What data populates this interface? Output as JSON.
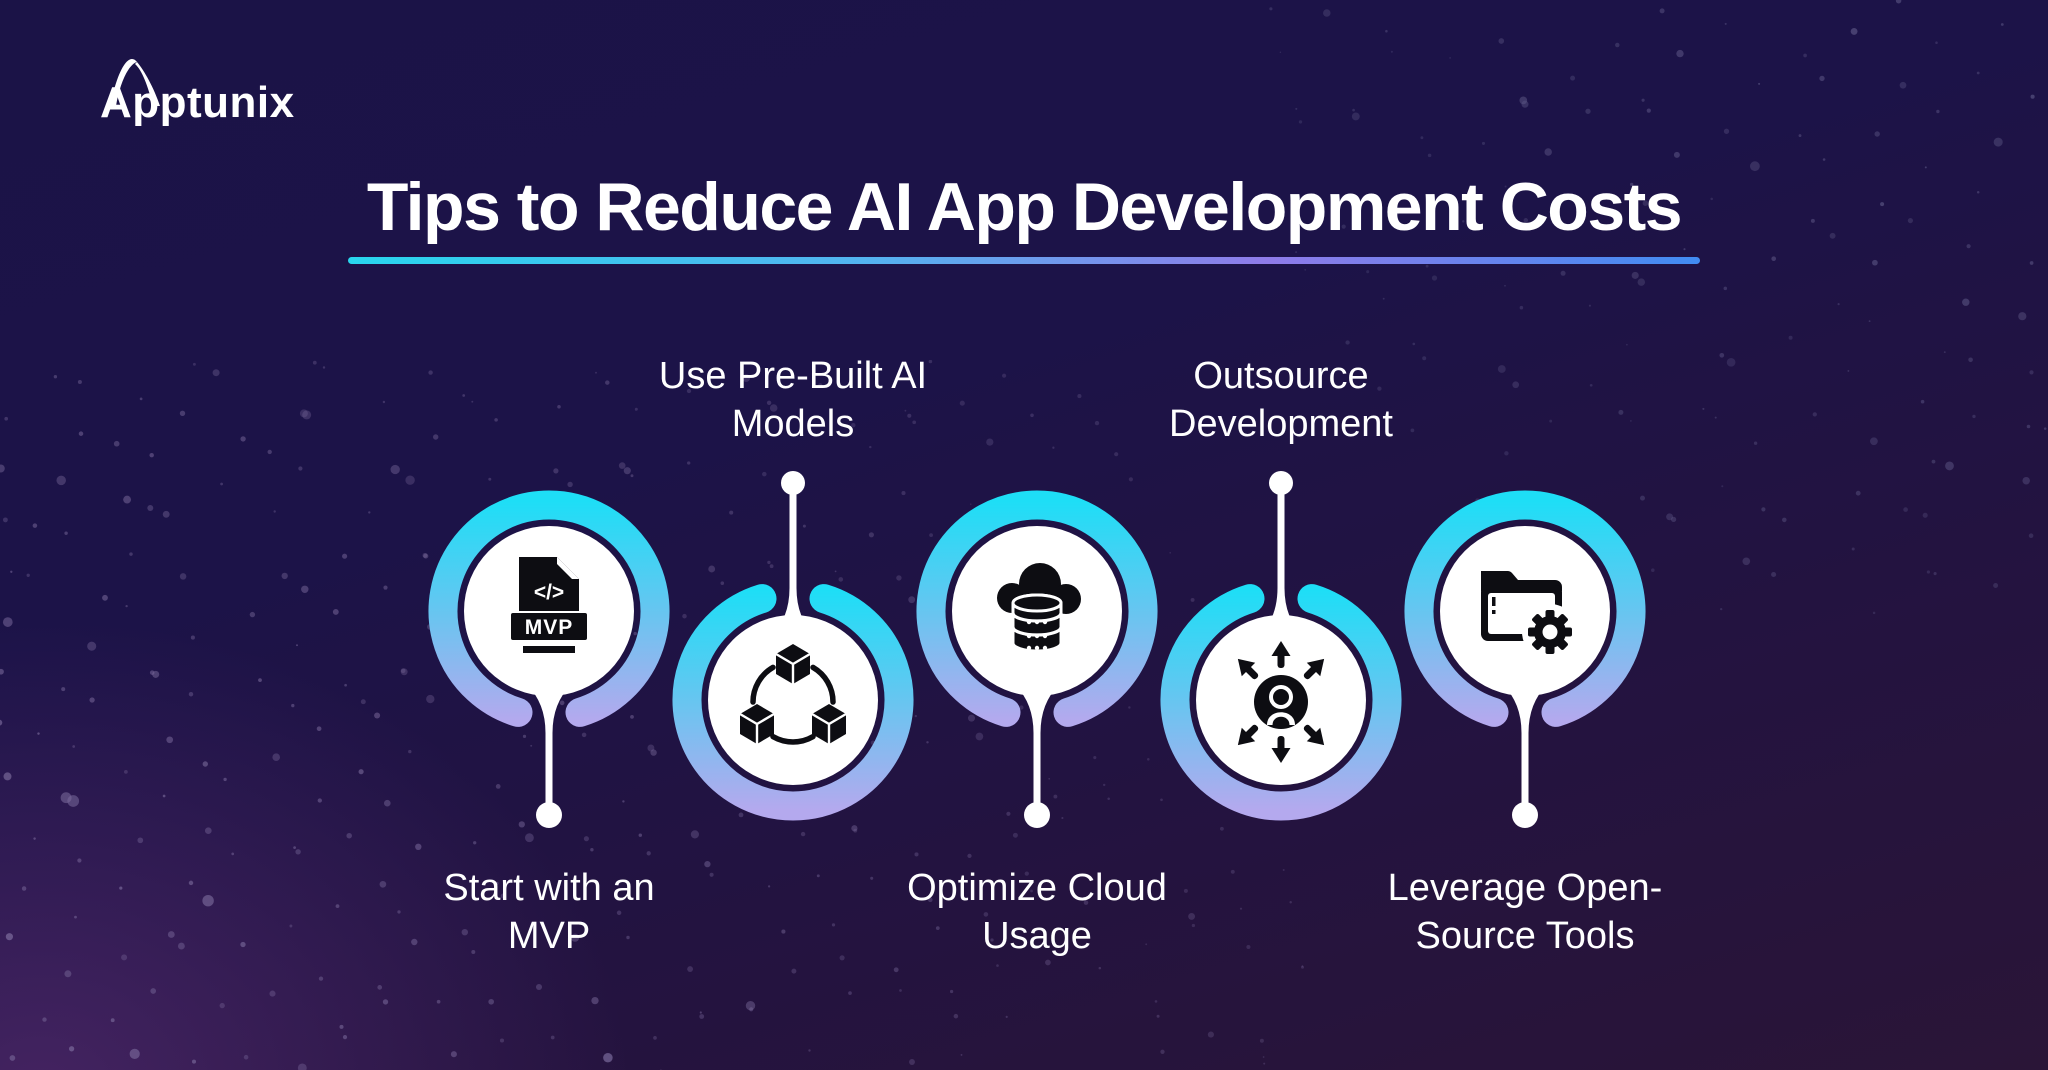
{
  "brand": {
    "name": "Apptunix"
  },
  "title": {
    "text": "Tips to Reduce AI App Development Costs"
  },
  "tips": [
    {
      "label": "Start with an MVP",
      "label_lines": [
        "Start with an",
        "MVP"
      ],
      "icon": "mvp-document-icon",
      "label_position": "below"
    },
    {
      "label": "Use Pre-Built AI Models",
      "label_lines": [
        "Use Pre-Built AI",
        "Models"
      ],
      "icon": "ai-models-cubes-icon",
      "label_position": "above"
    },
    {
      "label": "Optimize Cloud Usage",
      "label_lines": [
        "Optimize Cloud",
        "Usage"
      ],
      "icon": "cloud-database-icon",
      "label_position": "below"
    },
    {
      "label": "Outsource Development",
      "label_lines": [
        "Outsource",
        "Development"
      ],
      "icon": "outsource-person-arrows-icon",
      "label_position": "above"
    },
    {
      "label": "Leverage Open-Source Tools",
      "label_lines": [
        "Leverage Open-",
        "Source Tools"
      ],
      "icon": "open-source-folder-gear-icon",
      "label_position": "below"
    }
  ],
  "icon_glyphs": {
    "code": "</>",
    "mvp": "MVP"
  },
  "colors": {
    "bg_top": "#1b1347",
    "bg_bottom": "#2a1537",
    "ring_top": "#1edef6",
    "ring_mid": "#6ec3f0",
    "ring_bottom": "#b4a9ee",
    "underline_cyan": "#29d6ee",
    "underline_mid": "#53b4f0",
    "underline_purple": "#8f7be9",
    "underline_blue": "#418cf2",
    "text": "#ffffff",
    "icon": "#0d0d12",
    "dot_pattern": "#6a6190"
  }
}
